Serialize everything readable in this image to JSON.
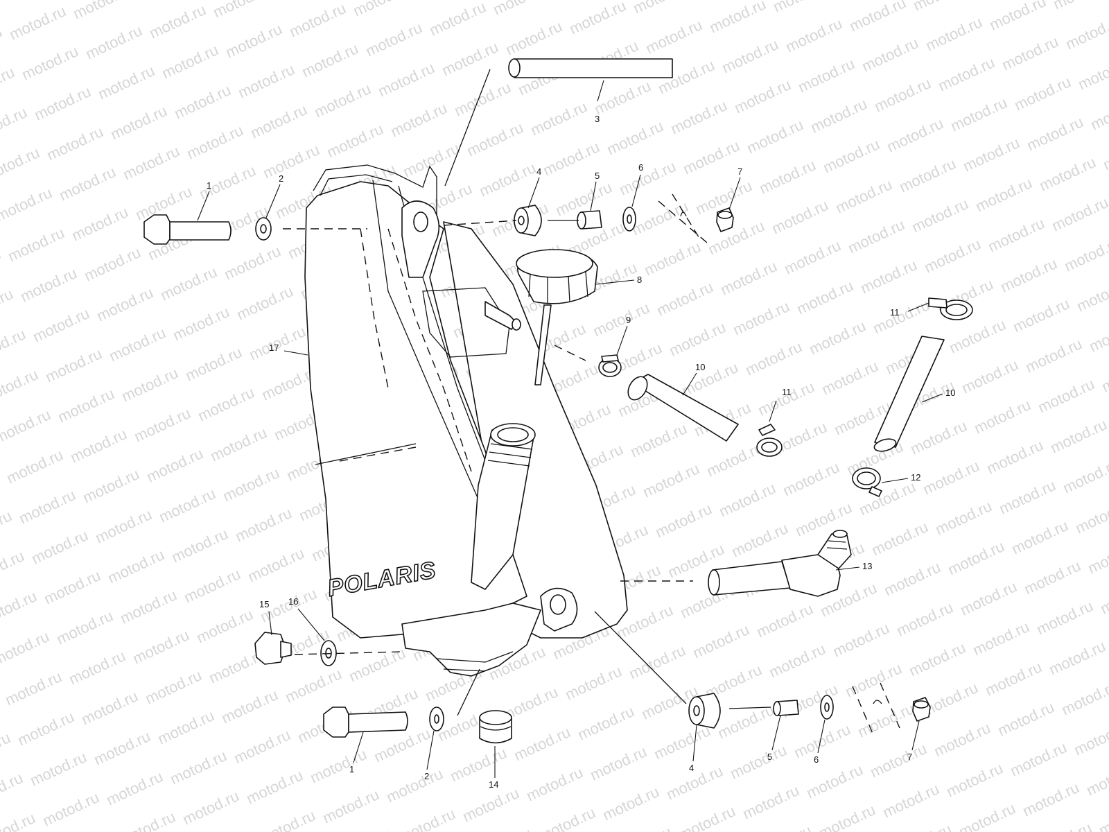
{
  "diagram": {
    "watermark_text": "motod.ru",
    "logo_text": "POLARIS",
    "callouts": [
      {
        "id": "c1a",
        "label": "1"
      },
      {
        "id": "c2a",
        "label": "2"
      },
      {
        "id": "c3",
        "label": "3"
      },
      {
        "id": "c4a",
        "label": "4"
      },
      {
        "id": "c5a",
        "label": "5"
      },
      {
        "id": "c6a",
        "label": "6"
      },
      {
        "id": "c7a",
        "label": "7"
      },
      {
        "id": "c8",
        "label": "8"
      },
      {
        "id": "c9",
        "label": "9"
      },
      {
        "id": "c10a",
        "label": "10"
      },
      {
        "id": "c11a",
        "label": "11"
      },
      {
        "id": "c11b",
        "label": "11"
      },
      {
        "id": "c10b",
        "label": "10"
      },
      {
        "id": "c12",
        "label": "12"
      },
      {
        "id": "c13",
        "label": "13"
      },
      {
        "id": "c17",
        "label": "17"
      },
      {
        "id": "c15",
        "label": "15"
      },
      {
        "id": "c16",
        "label": "16"
      },
      {
        "id": "c1b",
        "label": "1"
      },
      {
        "id": "c2b",
        "label": "2"
      },
      {
        "id": "c14",
        "label": "14"
      },
      {
        "id": "c4b",
        "label": "4"
      },
      {
        "id": "c5b",
        "label": "5"
      },
      {
        "id": "c6b",
        "label": "6"
      },
      {
        "id": "c7b",
        "label": "7"
      }
    ]
  }
}
